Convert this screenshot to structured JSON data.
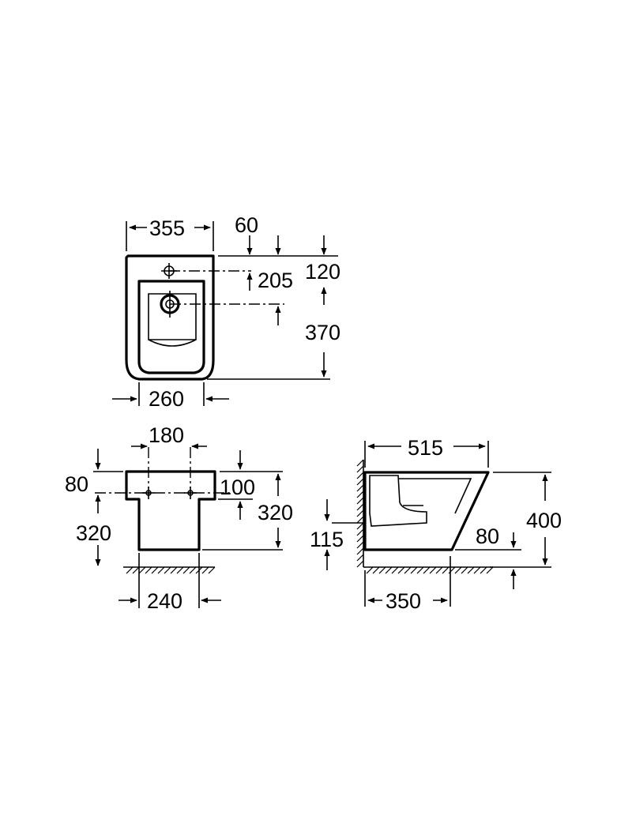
{
  "colors": {
    "line": "#000000",
    "background": "#ffffff"
  },
  "top_view": {
    "dims": {
      "width_top": "355",
      "tap_offset": "60",
      "waste_offset": "120",
      "tap_to_waste": "205",
      "depth": "370",
      "width_bottom": "260"
    }
  },
  "front_view": {
    "dims": {
      "fixing_spacing": "180",
      "top_block": "80",
      "fixing_height_left": "320",
      "inlet_height": "100",
      "fixing_height_right": "320",
      "pedestal_width": "240"
    }
  },
  "side_view": {
    "dims": {
      "projection": "515",
      "height": "400",
      "waste_height": "115",
      "front_offset": "80",
      "base_depth": "350"
    }
  }
}
